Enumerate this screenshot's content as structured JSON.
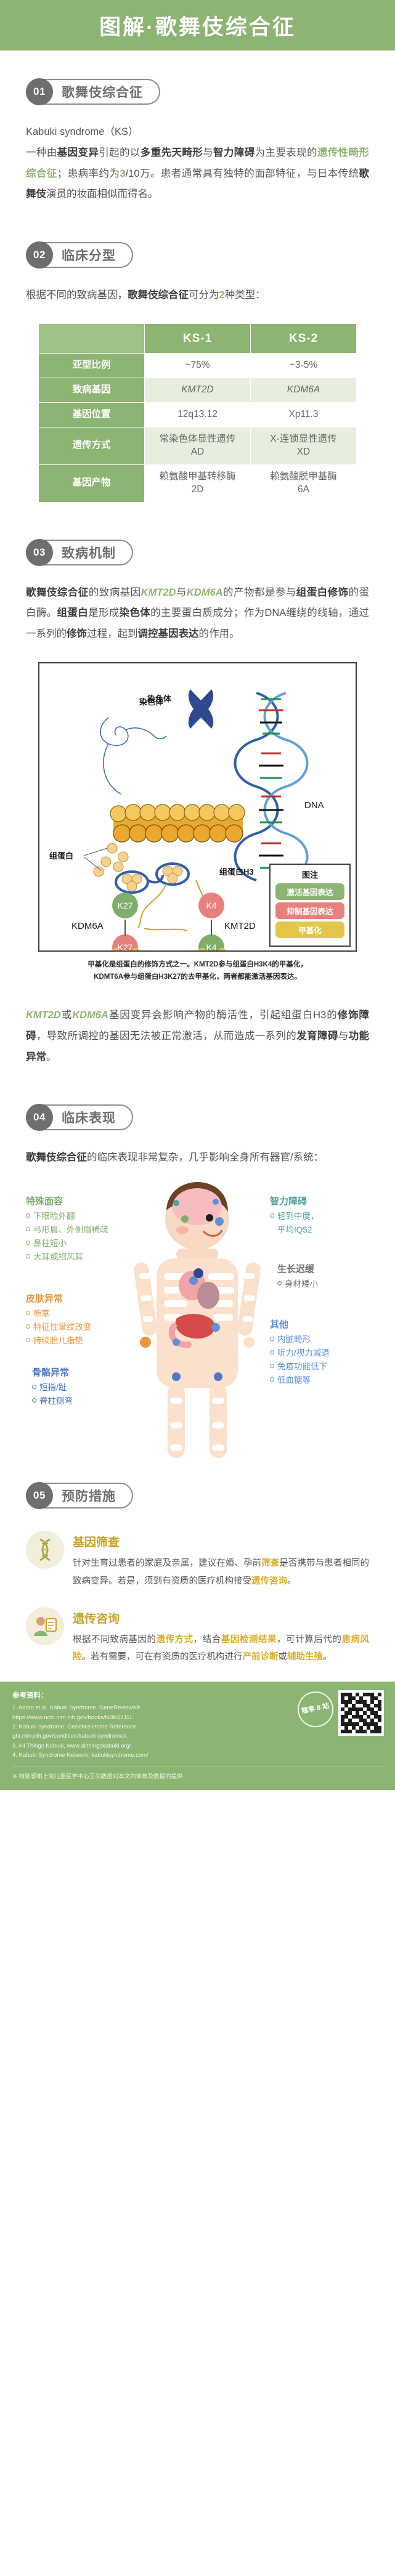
{
  "header": {
    "title": "图解·歌舞伎综合征",
    "bg": "#8cb472"
  },
  "sections": {
    "s1": {
      "num": "01",
      "title": "歌舞伎综合征",
      "line_en": "Kabuki syndrome（KS）",
      "p1_a": "一种由",
      "p1_b": "基因变异",
      "p1_c": "引起的以",
      "p1_d": "多重先天畸形",
      "p1_e": "与",
      "p1_f": "智力障碍",
      "p1_g": "为主要表现的",
      "p1_h": "遗传性畸形综合征",
      "p1_i": "；患病率约为",
      "p1_rate": "3",
      "p1_j": "/10万。患者通常具有独特的面部特征，与日本传统",
      "p1_k": "歌舞伎",
      "p1_l": "演员的妆面相似而得名。"
    },
    "s2": {
      "num": "02",
      "title": "临床分型",
      "p_a": "根据不同的致病基因，",
      "p_b": "歌舞伎综合征",
      "p_c": "可分为",
      "p_count": "2",
      "p_d": "种类型："
    },
    "s3": {
      "num": "03",
      "title": "致病机制",
      "p1_a": "歌舞伎综合征",
      "p1_b": "的致病基因",
      "p1_gene1": "KMT2D",
      "p1_c": "与",
      "p1_gene2": "KDM6A",
      "p1_d": "的产物都是参与",
      "p1_e": "组蛋白修饰",
      "p1_f": "的蛋白酶。",
      "p1_g": "组蛋白",
      "p1_h": "是形成",
      "p1_i": "染色体",
      "p1_j": "的主要蛋白质成分；作为DNA缠绕的线轴，通过一系列的",
      "p1_k": "修饰",
      "p1_l": "过程，起到",
      "p1_m": "调控基因表达",
      "p1_n": "的作用。",
      "caption_l1": "甲基化是组蛋白的修饰方式之一。KMT2D参与组蛋白H3K4的甲基化，",
      "caption_l2": "KDMT6A参与组蛋白H3K27的去甲基化，两者都能激活基因表达。",
      "p2_gene1": "KMT2D",
      "p2_a": "或",
      "p2_gene2": "KDM6A",
      "p2_b": "基因变异会影响产物的酶活性，引起组蛋白H3的",
      "p2_c": "修饰障碍",
      "p2_d": "，导致所调控的基因无法被正常激活，从而造成一系列的",
      "p2_e": "发育障碍",
      "p2_f": "与",
      "p2_g": "功能异常",
      "p2_h": "。"
    },
    "s4": {
      "num": "04",
      "title": "临床表现",
      "p_a": "歌舞伎综合征",
      "p_b": "的临床表现非常复杂，几乎影响全身所有器官/系统："
    },
    "s5": {
      "num": "05",
      "title": "预防措施"
    }
  },
  "table": {
    "corner": "",
    "columns": [
      "KS-1",
      "KS-2"
    ],
    "rows": [
      {
        "label": "亚型比例",
        "ks1": "~75%",
        "ks2": "~3-5%",
        "italic": false
      },
      {
        "label": "致病基因",
        "ks1": "KMT2D",
        "ks2": "KDM6A",
        "italic": true
      },
      {
        "label": "基因位置",
        "ks1": "12q13.12",
        "ks2": "Xp11.3",
        "italic": false
      },
      {
        "label": "遗传方式",
        "ks1": "常染色体显性遗传\nAD",
        "ks2": "X-连锁显性遗传\nXD",
        "italic": false
      },
      {
        "label": "基因产物",
        "ks1": "赖氨酸甲基转移酶\n2D",
        "ks2": "赖氨酸脱甲基酶\n6A",
        "italic": false
      }
    ]
  },
  "figure": {
    "label_chromosome": "染色体",
    "label_histone": "组蛋白",
    "label_dna": "DNA",
    "label_histone_h3": "组蛋白H3",
    "label_kdm6a": "KDM6A",
    "label_kmt2d": "KMT2D",
    "node_k27_top": "K27",
    "node_k4_top": "K4",
    "node_k27_bottom": "K27",
    "node_k4_bottom": "K4",
    "legend_title": "图注",
    "legend_items": [
      {
        "text": "激活基因表达",
        "color": "#8cb472"
      },
      {
        "text": "抑制基因表达",
        "color": "#e8807e"
      },
      {
        "text": "甲基化",
        "color": "#e4c74a"
      }
    ]
  },
  "symptoms": [
    {
      "title": "特殊面容",
      "color": "#7fae6b",
      "items": [
        "下眼睑外翻",
        "弓形眉、外侧眉稀疏",
        "鼻柱短小",
        "大耳或招风耳"
      ]
    },
    {
      "title": "皮肤异常",
      "color": "#e8963e",
      "items": [
        "断掌",
        "特征性掌纹改变",
        "持续胎儿指垫"
      ]
    },
    {
      "title": "骨骼异常",
      "color": "#4f79c4",
      "items": [
        "短指/趾",
        "脊柱侧弯"
      ]
    },
    {
      "title": "智力障碍",
      "color": "#4da0a0",
      "items": [
        "轻到中度，",
        "平均IQ52"
      ]
    },
    {
      "title": "生长迟缓",
      "color": "#6f6f6f",
      "items": [
        "身材矮小"
      ]
    },
    {
      "title": "其他",
      "color": "#5d90d8",
      "items": [
        "内脏畸形",
        "听力/视力减退",
        "免疫功能低下",
        "低血糖等"
      ]
    }
  ],
  "prevention": [
    {
      "icon": "dna-icon",
      "title": "基因筛查",
      "text_a": "针对生育过患者的家庭及亲属，建议在婚、孕前",
      "text_b": "筛查",
      "text_c": "是否携带与患者相同的致病变异。若是，须到有资质的医疗机构接受",
      "text_d": "遗传咨询",
      "text_e": "。"
    },
    {
      "icon": "consult-icon",
      "title": "遗传咨询",
      "text_a": "根据不同致病基因的",
      "text_b": "遗传方式",
      "text_c": "，结合",
      "text_d": "基因检测结果",
      "text_e": "，可计算后代的",
      "text_f": "患病风险",
      "text_g": "。若有需要，可在有资质的医疗机构进行",
      "text_h": "产前诊断",
      "text_i": "或",
      "text_j": "辅助生殖",
      "text_k": "。"
    }
  ],
  "footer": {
    "title": "参考资料：",
    "refs": [
      "1. Adam et al. Kabuki Syndrome. GeneReviews®",
      "   https://www.ncbi.nlm.nih.gov/books/NBK62111.",
      "2. Kabuki syndrome. Genetics Home Reference.",
      "   ghr.nlm.nih.gov/condition/kabuki-syndrome#.",
      "3. All Things Kabuki, www.allthingskabuki.org/.",
      "4. Kabuki Syndrome Network, kabukisyndrome.com/"
    ],
    "note": "※ 特别感谢上海儿童医学中心王剑教授对本文的审核及数据的提供",
    "stamp": "蔻享 8 站"
  }
}
